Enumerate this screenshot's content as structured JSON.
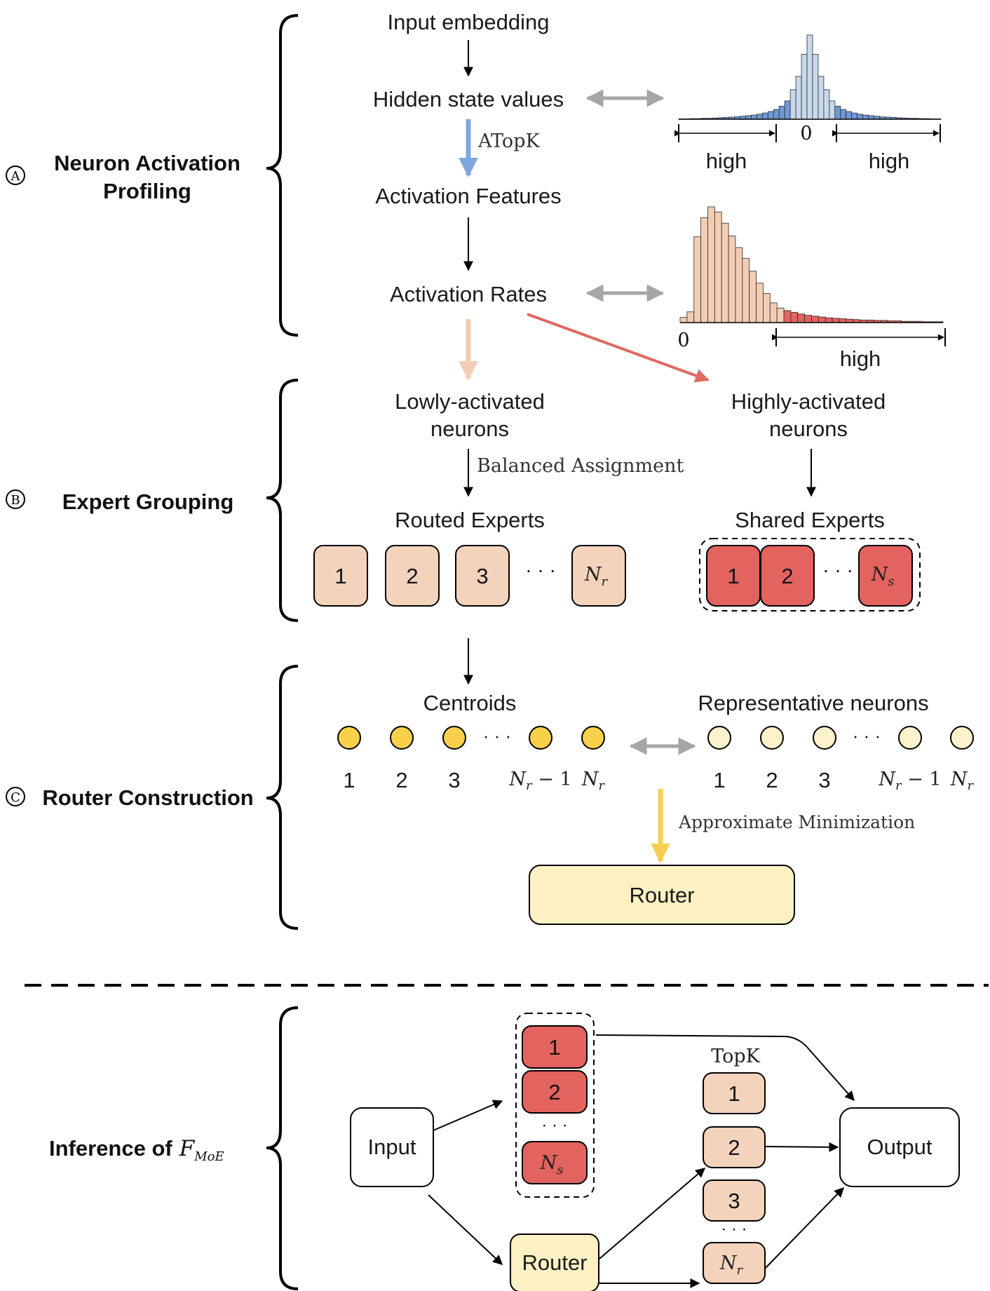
{
  "sections": {
    "a": {
      "marker": "A",
      "title_line1": "Neuron Activation",
      "title_line2": "Profiling"
    },
    "b": {
      "marker": "B",
      "title": "Expert Grouping"
    },
    "c": {
      "marker": "C",
      "title": "Router Construction"
    },
    "inference": {
      "title": "Inference  of",
      "math_main": "F",
      "math_sub": "MoE"
    }
  },
  "profiling": {
    "input_embedding": "Input embedding",
    "hidden_state_values": "Hidden state values",
    "atopk": "ATopK",
    "activation_features": "Activation Features",
    "activation_rates": "Activation Rates"
  },
  "histograms": {
    "hidden": {
      "zero_label": "0",
      "high_left": "high",
      "high_right": "high",
      "values": [
        1,
        1,
        2,
        2,
        3,
        3,
        4,
        5,
        6,
        7,
        8,
        10,
        12,
        14,
        17,
        21,
        26,
        33,
        44,
        62,
        100,
        145,
        220,
        285,
        220,
        145,
        100,
        62,
        44,
        33,
        26,
        21,
        17,
        14,
        12,
        10,
        8,
        7,
        6,
        5,
        4,
        3,
        3,
        2,
        2,
        1,
        1
      ],
      "highlight_left_end": 19,
      "highlight_right_start": 28,
      "color_base": "#c9d9ec",
      "color_high": "#6f98d6"
    },
    "rates": {
      "zero_label": "0",
      "high_label": "high",
      "values": [
        12,
        25,
        200,
        245,
        270,
        258,
        232,
        202,
        175,
        150,
        120,
        92,
        68,
        46,
        34,
        28,
        24,
        20,
        17,
        15,
        13,
        11,
        10,
        9,
        8,
        7,
        6,
        6,
        5,
        5,
        4,
        4,
        3,
        3,
        3,
        2,
        2,
        2
      ],
      "highlight_start": 15,
      "color_base": "#f3cdb3",
      "color_high": "#e3635f"
    }
  },
  "grouping": {
    "lowly_line1": "Lowly-activated",
    "lowly_line2": "neurons",
    "highly_line1": "Highly-activated",
    "highly_line2": "neurons",
    "balanced_assignment": "Balanced Assignment",
    "routed_experts": "Routed Experts",
    "shared_experts": "Shared Experts",
    "routed_labels": [
      "1",
      "2",
      "3"
    ],
    "shared_labels": [
      "1",
      "2"
    ],
    "ellipsis": "· · ·",
    "nr_main": "N",
    "nr_sub": "r",
    "ns_main": "N",
    "ns_sub": "s"
  },
  "router_construction": {
    "centroids": "Centroids",
    "representative_neurons": "Representative neurons",
    "index_labels": [
      "1",
      "2",
      "3"
    ],
    "minus_one": " − 1",
    "approximate_minimization": "Approximate Minimization",
    "router": "Router"
  },
  "inference": {
    "input": "Input",
    "router": "Router",
    "output": "Output",
    "topk": "TopK",
    "shared_labels": [
      "1",
      "2"
    ],
    "routed_labels": [
      "1",
      "2",
      "3"
    ]
  },
  "colors": {
    "routed_fill": "#f4d3bc",
    "shared_fill": "#e3635f",
    "centroid_fill": "#f8d04b",
    "rep_fill": "#fdf2cc",
    "router_fill": "#fdf1c4",
    "blue_arrow": "#7fa7de",
    "peach_arrow": "#f2ccb4",
    "red_arrow": "#e06a62",
    "yellow_arrow": "#f6cf52",
    "gray_arrow": "#a6a6a6"
  }
}
